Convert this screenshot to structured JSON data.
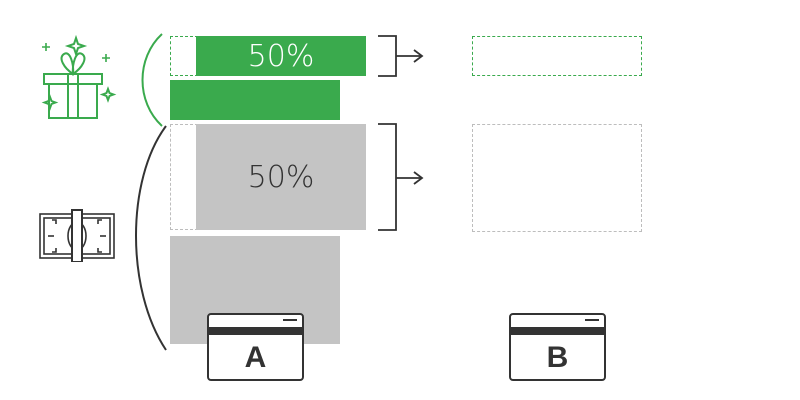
{
  "colors": {
    "green": "#3aaa4d",
    "gray": "#c4c4c4",
    "dashed_gray": "#bdbdbd",
    "ink": "#333333"
  },
  "icons": {
    "gift": "gift-icon",
    "money": "banknote-icon"
  },
  "account_a": {
    "gift_label": "50%",
    "money_label": "50%",
    "card_label": "A"
  },
  "account_b": {
    "card_label": "B"
  }
}
